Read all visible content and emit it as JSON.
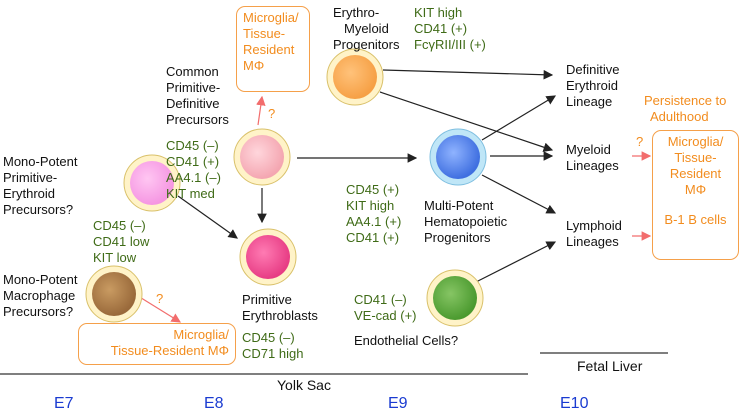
{
  "top_box": {
    "lines": [
      "Microglia/",
      "Tissue-",
      "Resident",
      "MΦ"
    ]
  },
  "em_progenitors": {
    "lines": [
      "Erythro-",
      "Myeloid",
      "Progenitors"
    ]
  },
  "em_markers": {
    "lines": [
      "KIT high",
      "CD41 (+)",
      "FcγRII/III (+)"
    ]
  },
  "common_precursors": {
    "lines": [
      "Common",
      "Primitive-",
      "Definitive",
      "Precursors"
    ]
  },
  "common_markers": {
    "lines": [
      "CD45 (–)",
      "CD41 (+)",
      "AA4.1 (–)",
      "KIT med"
    ]
  },
  "mono_erythroid": {
    "lines": [
      "Mono-Potent",
      "Primitive-",
      "Erythroid",
      "Precursors?"
    ]
  },
  "erythroid_markers": {
    "lines": [
      "CD45 (–)",
      "CD41 low",
      "KIT low"
    ]
  },
  "mono_macrophage": {
    "lines": [
      "Mono-Potent",
      "Macrophage",
      "Precursors?"
    ]
  },
  "bottom_box": {
    "lines": [
      "Microglia/",
      "Tissue-Resident MΦ"
    ]
  },
  "erythroblasts": {
    "lines": [
      "Primitive",
      "Erythroblasts"
    ]
  },
  "erythroblast_markers": {
    "lines": [
      "CD45 (–)",
      "CD71 high"
    ]
  },
  "mpp_markers": {
    "lines": [
      "CD45 (+)",
      "KIT high",
      "AA4.1 (+)",
      "CD41 (+)"
    ]
  },
  "mpp": {
    "lines": [
      "Multi-Potent",
      "Hematopoietic",
      "Progenitors"
    ]
  },
  "endothelial_markers": {
    "lines": [
      "CD41 (–)",
      "VE-cad (+)"
    ]
  },
  "endothelial": "Endothelial Cells?",
  "definitive_erythroid": {
    "lines": [
      "Definitive",
      "Erythroid",
      "Lineage"
    ]
  },
  "myeloid": {
    "lines": [
      "Myeloid",
      "Lineages"
    ]
  },
  "lymphoid": {
    "lines": [
      "Lymphoid",
      "Lineages"
    ]
  },
  "persistence": {
    "lines": [
      "Persistence to",
      "Adulthood"
    ]
  },
  "right_box": {
    "lines": [
      "Microglia/",
      "Tissue-",
      "Resident",
      "MΦ",
      "",
      "B-1 B cells"
    ]
  },
  "question_mark": "?",
  "yolk_sac": "Yolk Sac",
  "fetal_liver": "Fetal Liver",
  "timeline": [
    "E7",
    "E8",
    "E9",
    "E10"
  ],
  "colors": {
    "green_text": "#3f6b17",
    "orange_text": "#f28c1e",
    "timeline_blue": "#1a3bd1"
  }
}
